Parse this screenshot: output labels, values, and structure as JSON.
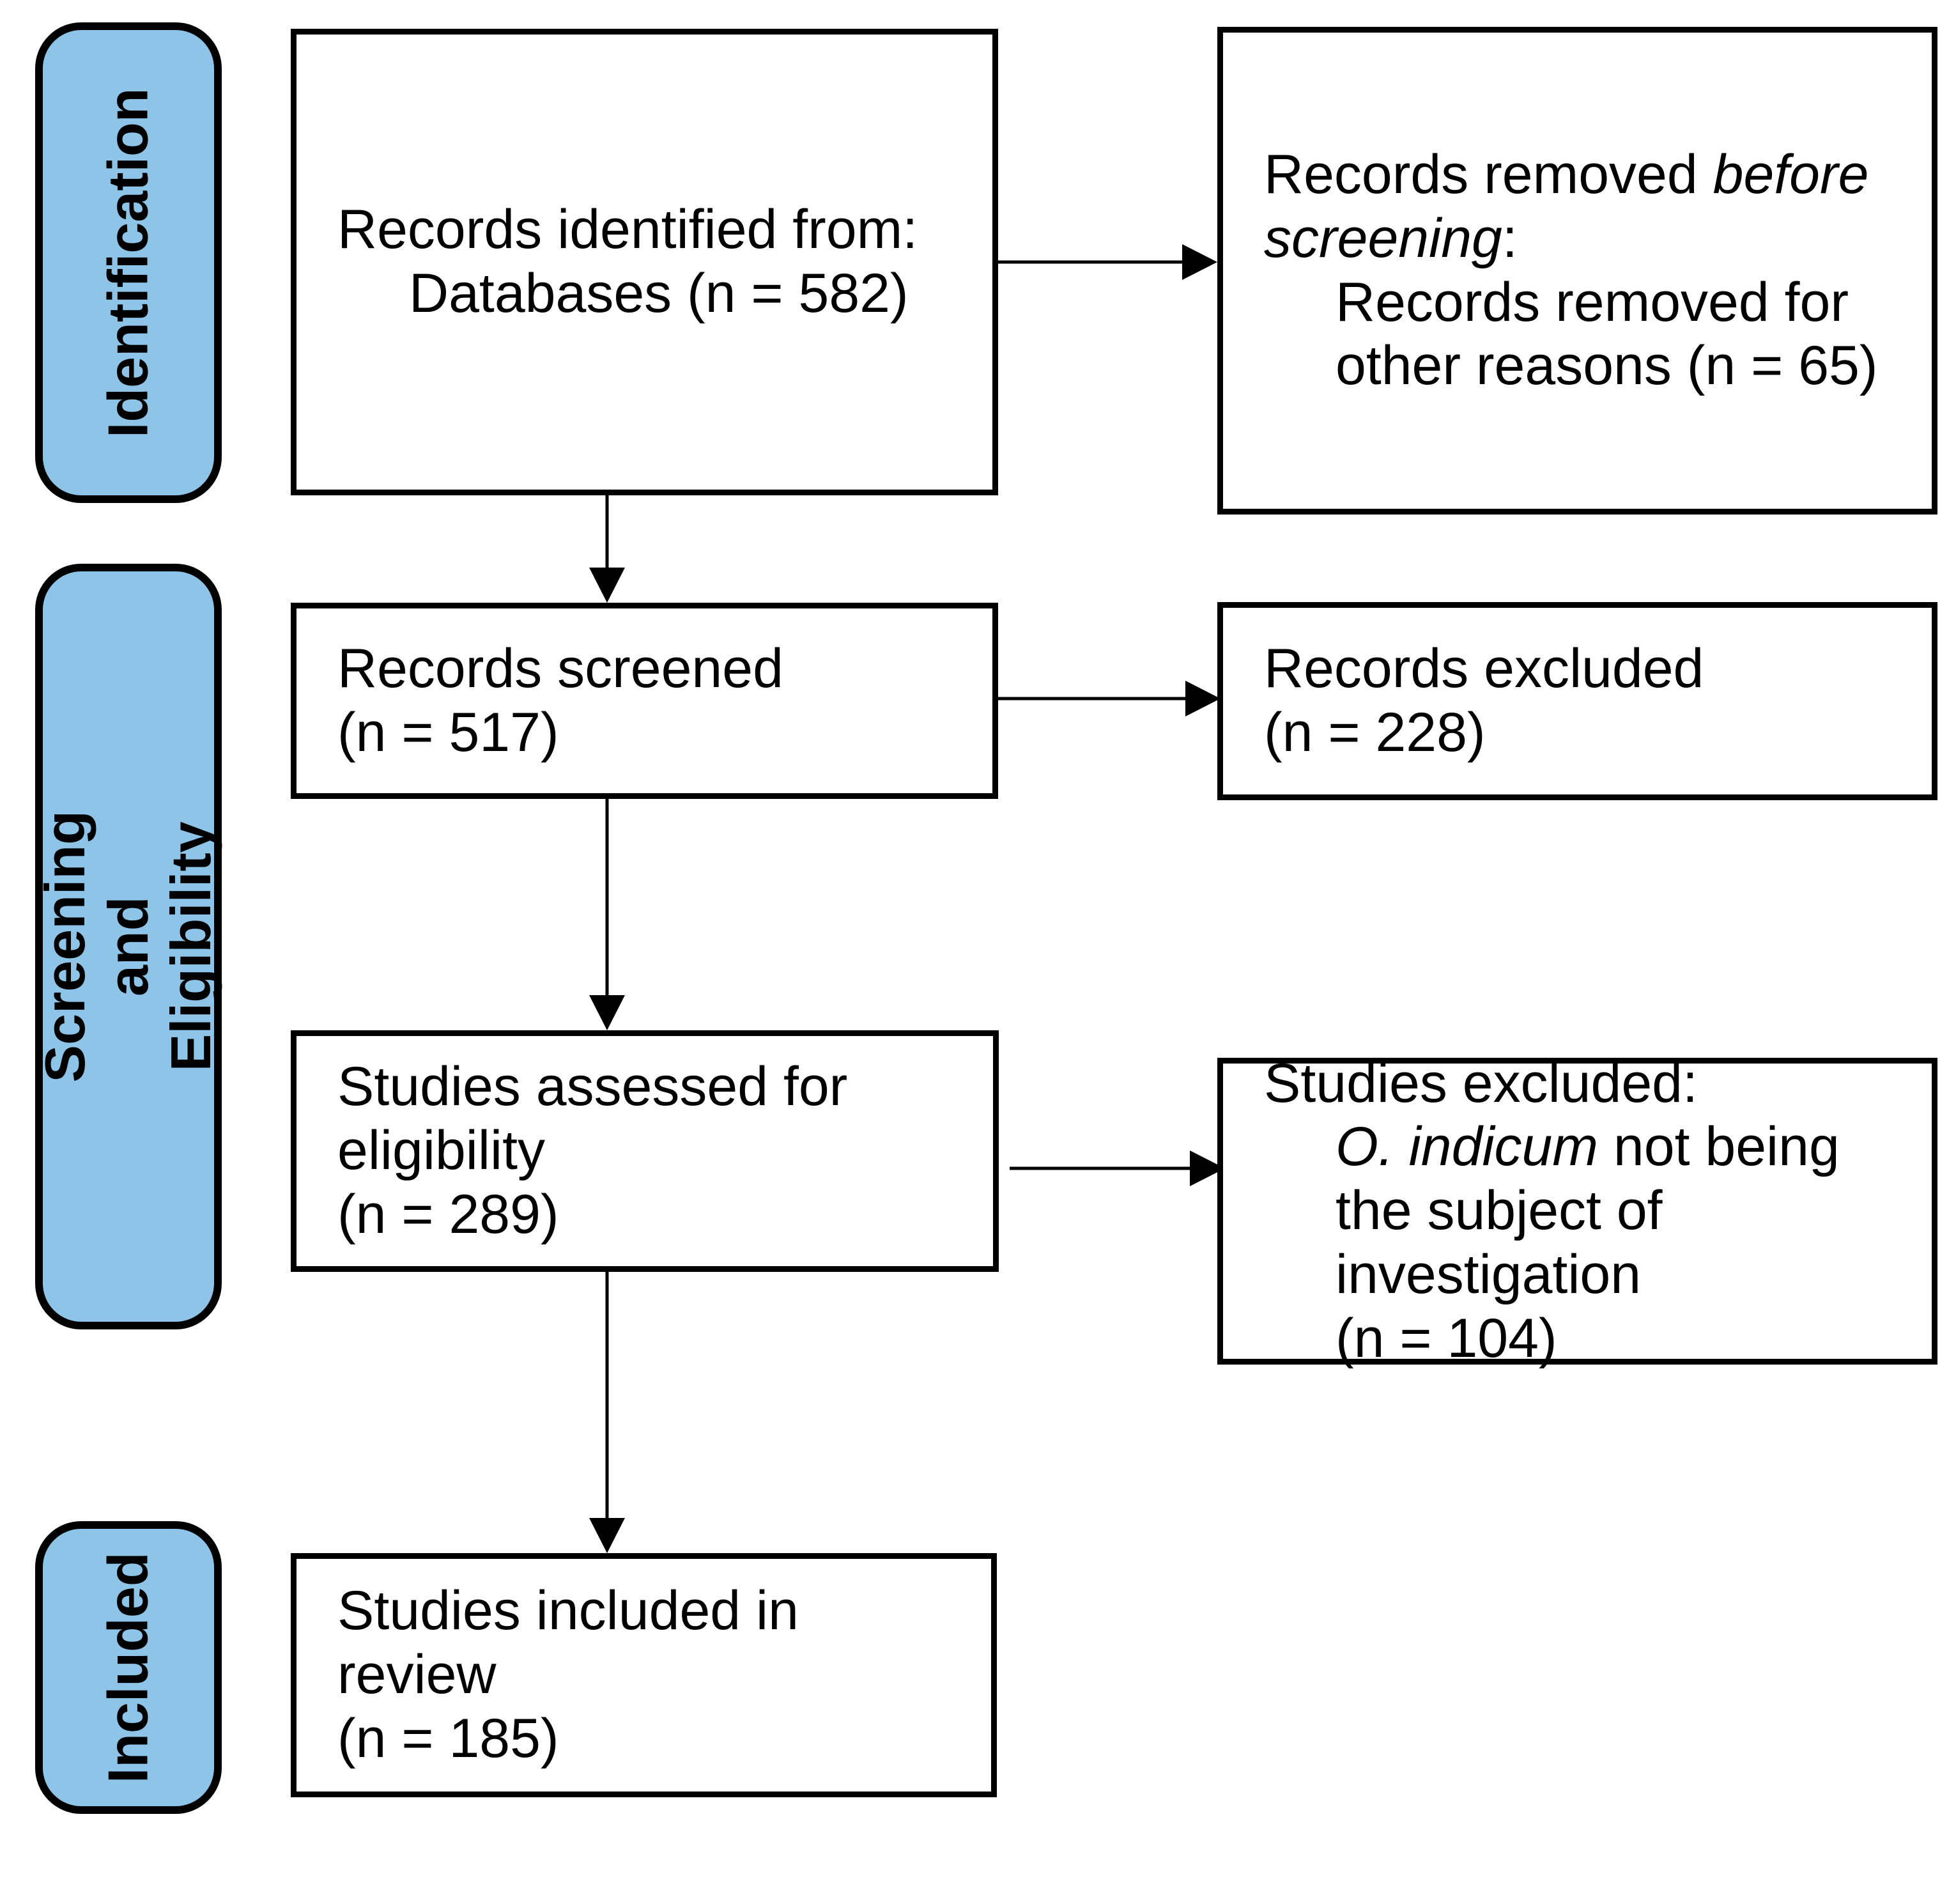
{
  "figure": {
    "type": "PRISMA flow diagram",
    "background": "#FFFFFF",
    "line_color": "#000000",
    "stage_fill": "#8DC4E8"
  },
  "stages": [
    {
      "label": "Identification"
    },
    {
      "label": "Screening and\nEligibility"
    },
    {
      "label": "Included"
    }
  ],
  "flow_boxes": {
    "records_identified": {
      "lines": [
        {
          "text": "Records identified from:"
        },
        {
          "text": "Databases (n = 582)",
          "indent": true
        }
      ]
    },
    "records_removed": {
      "lines": [
        {
          "segments": [
            {
              "t": "Records removed "
            },
            {
              "t": "before",
              "i": true
            }
          ]
        },
        {
          "segments": [
            {
              "t": "screening",
              "i": true
            },
            {
              "t": ":"
            }
          ]
        },
        {
          "text": "Records removed for",
          "indent": true
        },
        {
          "text": "other reasons (n = 65)",
          "indent": true
        }
      ]
    },
    "records_screened": {
      "lines": [
        {
          "text": "Records screened"
        },
        {
          "text": "(n = 517)"
        }
      ]
    },
    "records_excluded": {
      "lines": [
        {
          "text": "Records excluded"
        },
        {
          "text": "(n = 228)"
        }
      ]
    },
    "studies_assessed": {
      "lines": [
        {
          "text": "Studies assessed for"
        },
        {
          "text": "eligibility"
        },
        {
          "text": "(n = 289)"
        }
      ]
    },
    "studies_excluded": {
      "lines": [
        {
          "text": "Studies excluded:"
        },
        {
          "segments": [
            {
              "t": "O. indicum",
              "i": true
            },
            {
              "t": " not being"
            }
          ],
          "indent": true
        },
        {
          "text": "the subject of",
          "indent": true
        },
        {
          "text": "investigation",
          "indent": true
        },
        {
          "text": "(n = 104)",
          "indent": true
        }
      ]
    },
    "studies_included": {
      "lines": [
        {
          "text": "Studies included in"
        },
        {
          "text": "review"
        },
        {
          "text": "(n = 185)"
        }
      ]
    }
  }
}
